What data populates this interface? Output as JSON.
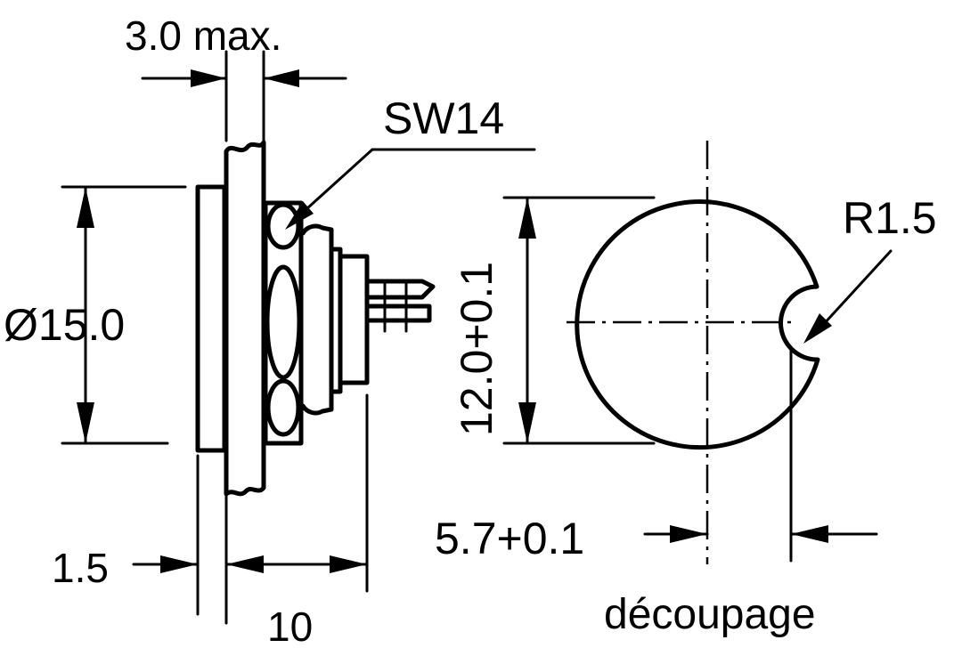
{
  "labels": {
    "thickness_max": "3.0 max.",
    "wrench_size": "SW14",
    "outer_diameter": "Ø15.0",
    "flange_thickness": "1.5",
    "depth": "10",
    "cutout_height": "12.0+0.1",
    "cutout_width": "5.7+0.1",
    "notch_radius": "R1.5",
    "cutout_caption": "découpage"
  },
  "colors": {
    "ink": "#000000",
    "paper": "#ffffff"
  }
}
